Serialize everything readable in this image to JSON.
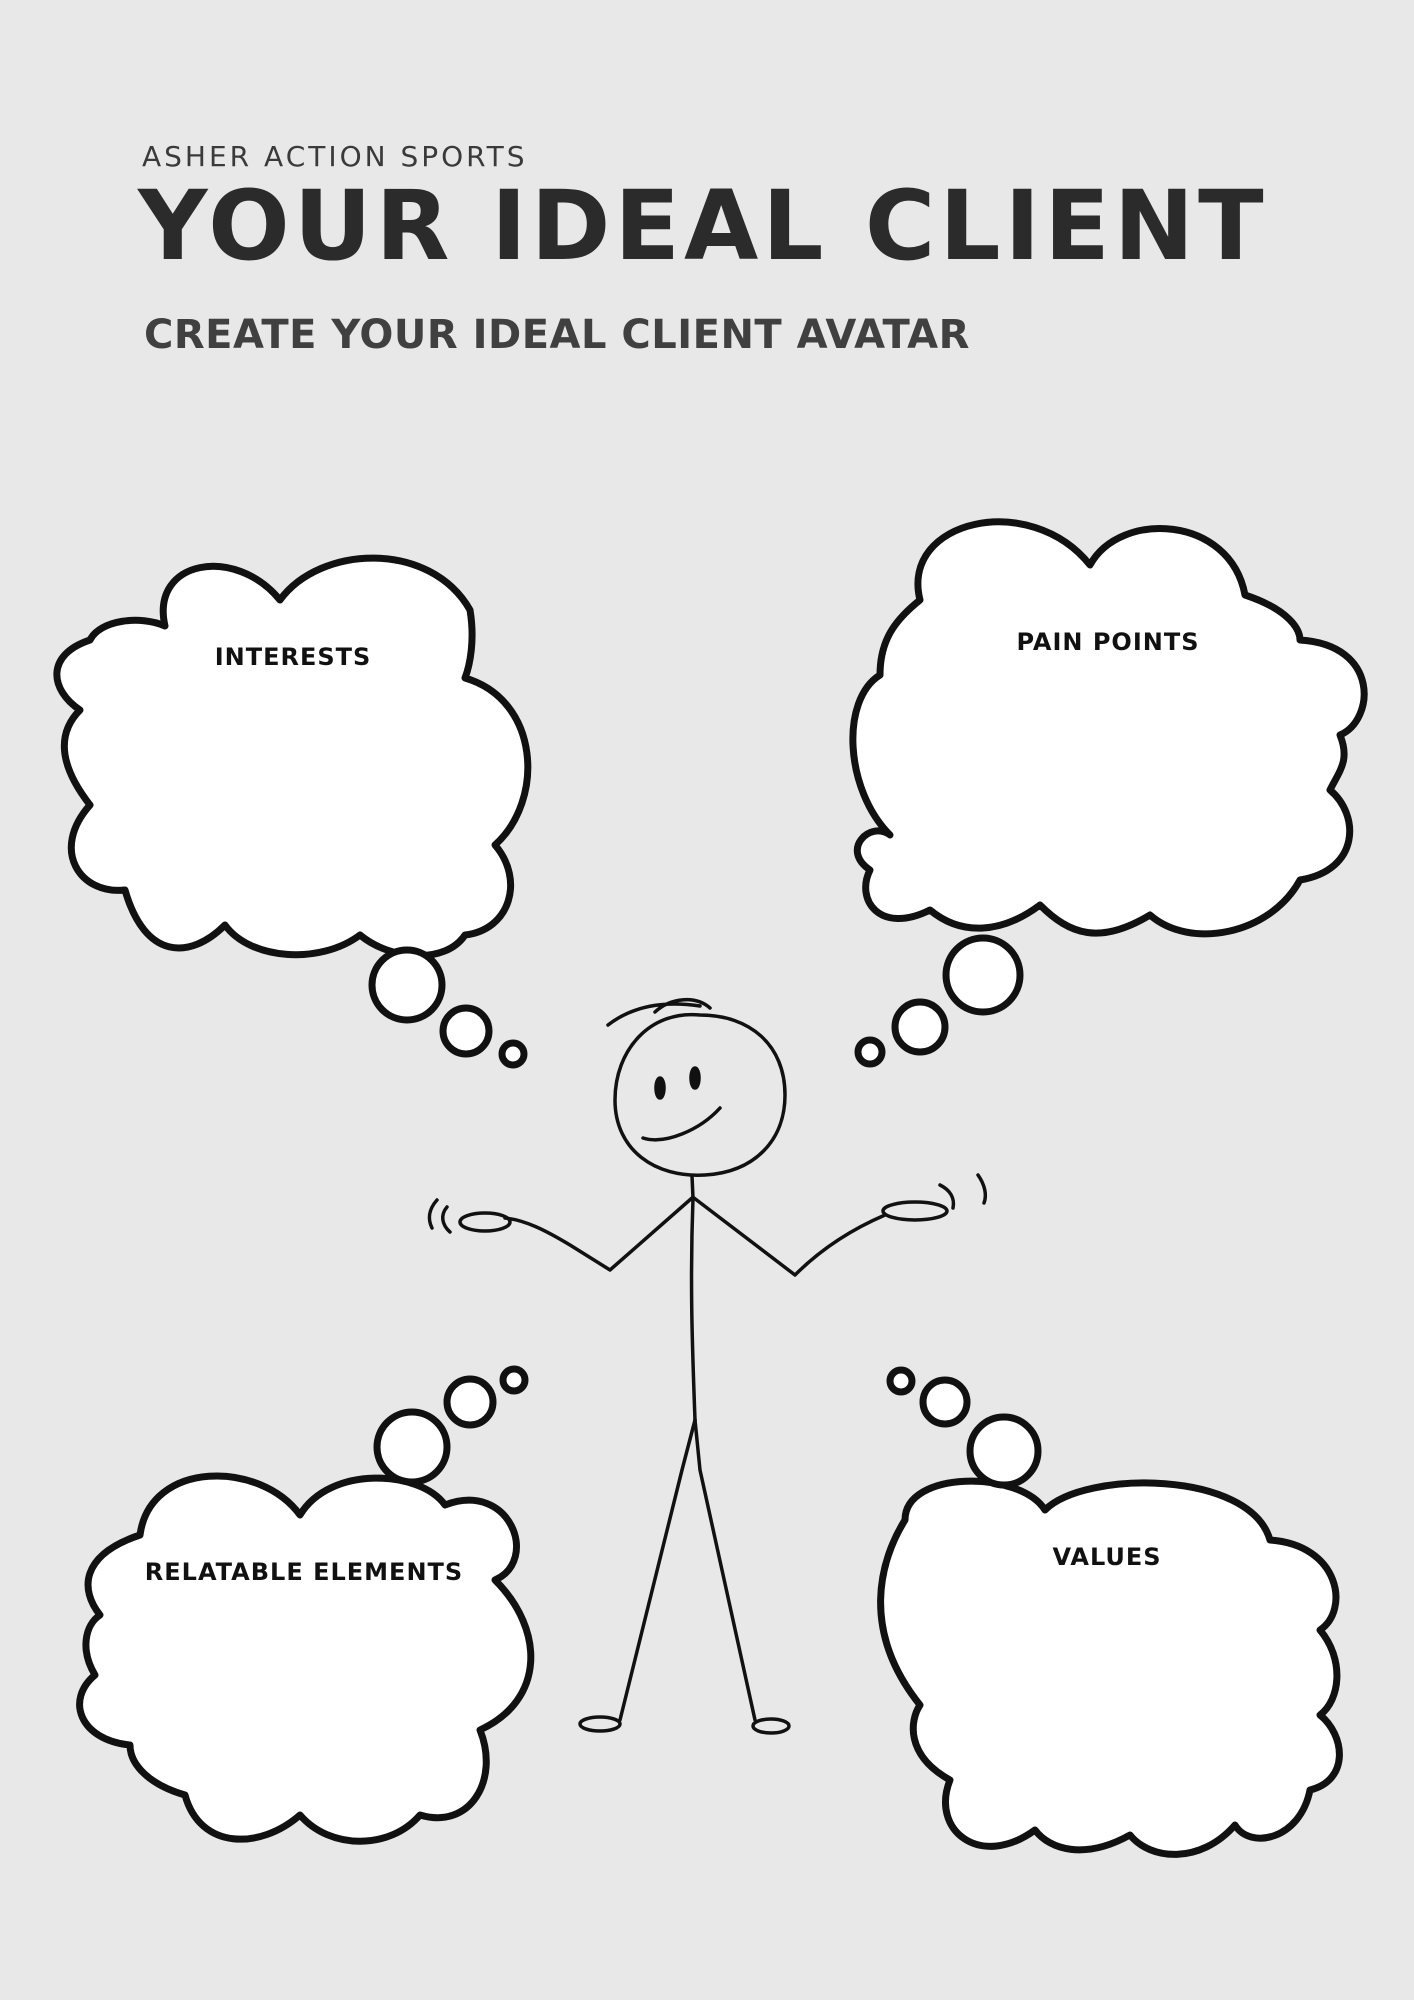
{
  "header": {
    "brand": "ASHER ACTION SPORTS",
    "title": "YOUR IDEAL CLIENT",
    "subtitle": "CREATE YOUR IDEAL CLIENT AVATAR"
  },
  "clouds": {
    "interests": "INTERESTS",
    "pain_points": "PAIN POINTS",
    "relatable_elements": "RELATABLE ELEMENTS",
    "values": "VALUES"
  },
  "colors": {
    "background": "#e8e8e8",
    "ink": "#111111",
    "cloud_fill": "#ffffff"
  }
}
